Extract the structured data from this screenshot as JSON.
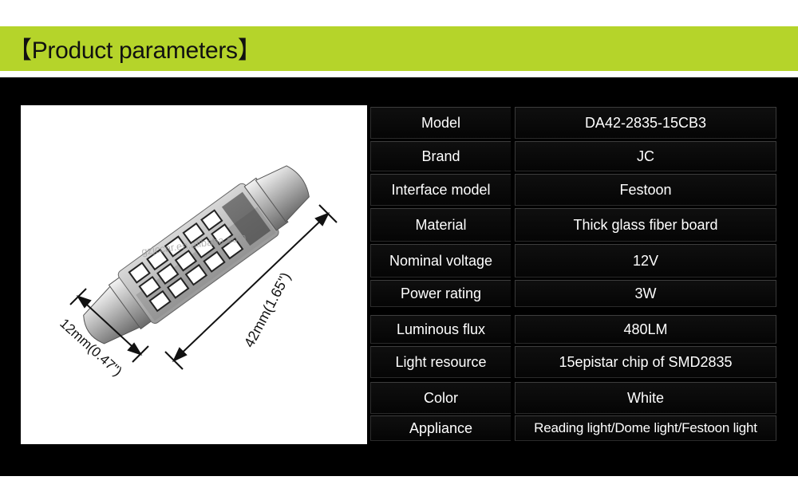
{
  "header": {
    "title": "【Product parameters】"
  },
  "image": {
    "watermark": "gzjccar.en.alibaba.com",
    "dimension_length": "42mm(1.65\")",
    "dimension_diameter": "12mm(0.47\")"
  },
  "specs": [
    {
      "label": "Model",
      "value": "DA42-2835-15CB3"
    },
    {
      "label": "Brand",
      "value": "JC"
    },
    {
      "label": "Interface model",
      "value": "Festoon"
    },
    {
      "label": "Material",
      "value": "Thick glass fiber board"
    },
    {
      "label": "Nominal voltage",
      "value": "12V"
    },
    {
      "label": "Power rating",
      "value": "3W"
    },
    {
      "label": "Luminous flux",
      "value": "480LM"
    },
    {
      "label": "Light resource",
      "value": "15epistar chip of SMD2835"
    },
    {
      "label": "Color",
      "value": "White"
    },
    {
      "label": "Appliance",
      "value": "Reading light/Dome light/Festoon light"
    }
  ],
  "colors": {
    "banner": "#b5d42a",
    "panel": "#000000",
    "text_light": "#ffffff"
  }
}
